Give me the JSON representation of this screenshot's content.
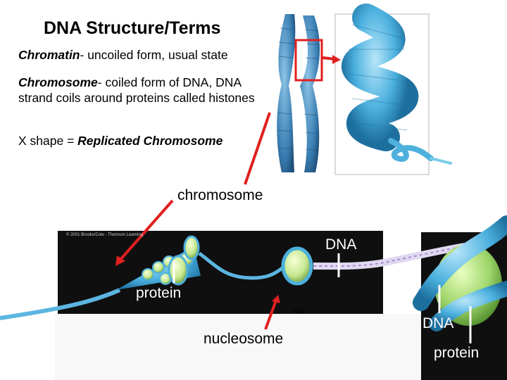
{
  "title": "DNA Structure/Terms",
  "definitions": {
    "chromatin_term": "Chromatin",
    "chromatin_text": "- uncoiled form, usual state",
    "chromosome_term": "Chromosome",
    "chromosome_text": "- coiled form of DNA, DNA strand coils around proteins called histones",
    "xshape_prefix": "X shape = ",
    "xshape_term": "Replicated Chromosome"
  },
  "labels": {
    "chromosome": "chromosome",
    "dna_top": "DNA",
    "protein_left": "protein",
    "nucleosome": "nucleosome",
    "dna_right": "DNA",
    "protein_right": "protein"
  },
  "copyright": "© 2001 Brooks/Cole - Thomson Learning",
  "colors": {
    "arrow": "#e02020",
    "highlight_box": "#e02020",
    "dark_panel": "#101010",
    "chromosome_blue": "#3f86b8",
    "coil_blue": "#4db0dd",
    "histone_green": "#9ed56a"
  },
  "icons": [
    "replicated-chromosome-illustration",
    "coiled-chromatin-illustration",
    "nucleosome-strand-illustration",
    "histone-closeup-illustration"
  ]
}
